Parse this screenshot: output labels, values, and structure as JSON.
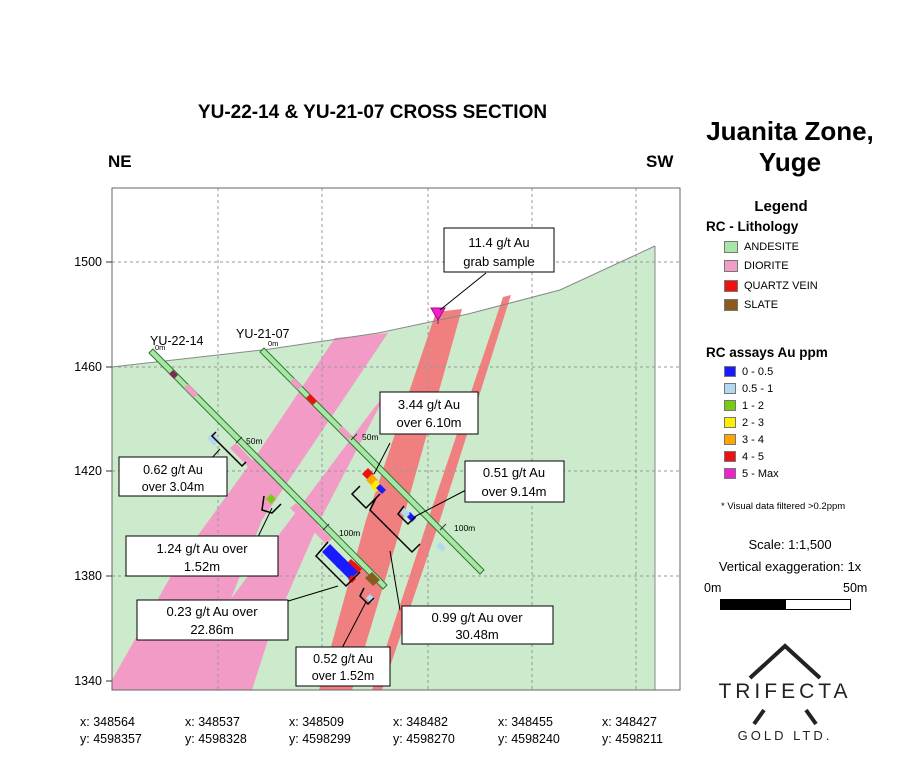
{
  "title": "YU-22-14 & YU-21-07 CROSS SECTION",
  "direction_left": "NE",
  "direction_right": "SW",
  "zone": {
    "line1": "Juanita Zone,",
    "line2": "Yuge"
  },
  "legend": {
    "heading": "Legend",
    "lithology_heading": "RC - Lithology",
    "lithology": [
      {
        "label": "ANDESITE",
        "color": "#a8e6a8"
      },
      {
        "label": "DIORITE",
        "color": "#f29bc6"
      },
      {
        "label": "QUARTZ VEIN",
        "color": "#ee1111"
      },
      {
        "label": "SLATE",
        "color": "#8b5a1e"
      }
    ],
    "assay_heading": "RC assays Au ppm",
    "assays": [
      {
        "label": "0 - 0.5",
        "color": "#1a1aff"
      },
      {
        "label": "0.5 - 1",
        "color": "#b4d8f0"
      },
      {
        "label": "1 - 2",
        "color": "#77cc11"
      },
      {
        "label": "2 - 3",
        "color": "#ffee00"
      },
      {
        "label": "3 - 4",
        "color": "#ffa500"
      },
      {
        "label": "4 - 5",
        "color": "#ee1111"
      },
      {
        "label": "5 - Max",
        "color": "#ee22cc"
      }
    ],
    "filter_note": "* Visual data filtered >0.2ppm"
  },
  "scale": {
    "text": "Scale: 1:1,500",
    "vertical_exaggeration": "Vertical exaggeration: 1x",
    "bar_start": "0m",
    "bar_end": "50m"
  },
  "logo": {
    "name": "TRIFECTA",
    "sub": "GOLD LTD."
  },
  "elevation_ticks": [
    "1500",
    "1460",
    "1420",
    "1380",
    "1340"
  ],
  "coordinates": [
    {
      "x": "x: 348564",
      "y": "y: 4598357"
    },
    {
      "x": "x: 348537",
      "y": "y: 4598328"
    },
    {
      "x": "x: 348509",
      "y": "y: 4598299"
    },
    {
      "x": "x: 348482",
      "y": "y: 4598270"
    },
    {
      "x": "x: 348455",
      "y": "y: 4598240"
    },
    {
      "x": "x: 348427",
      "y": "y: 4598211"
    }
  ],
  "holes": [
    {
      "name": "YU-22-14",
      "depth_labels": [
        "0m",
        "50m",
        "100m"
      ]
    },
    {
      "name": "YU-21-07",
      "depth_labels": [
        "0m",
        "50m",
        "100m"
      ]
    }
  ],
  "callouts": {
    "grab": {
      "line1": "11.4 g/t Au",
      "line2": "grab sample"
    },
    "c344": {
      "line1": "3.44 g/t Au",
      "line2": "over 6.10m"
    },
    "c062": {
      "line1": "0.62 g/t Au",
      "line2": "over 3.04m"
    },
    "c051": {
      "line1": "0.51 g/t Au",
      "line2": "over 9.14m"
    },
    "c124": {
      "line1": "1.24 g/t Au over",
      "line2": "1.52m"
    },
    "c023": {
      "line1": "0.23 g/t Au over",
      "line2": "22.86m"
    },
    "c099": {
      "line1": "0.99 g/t Au over",
      "line2": "30.48m"
    },
    "c052": {
      "line1": "0.52 g/t Au",
      "line2": "over 1.52m"
    }
  }
}
